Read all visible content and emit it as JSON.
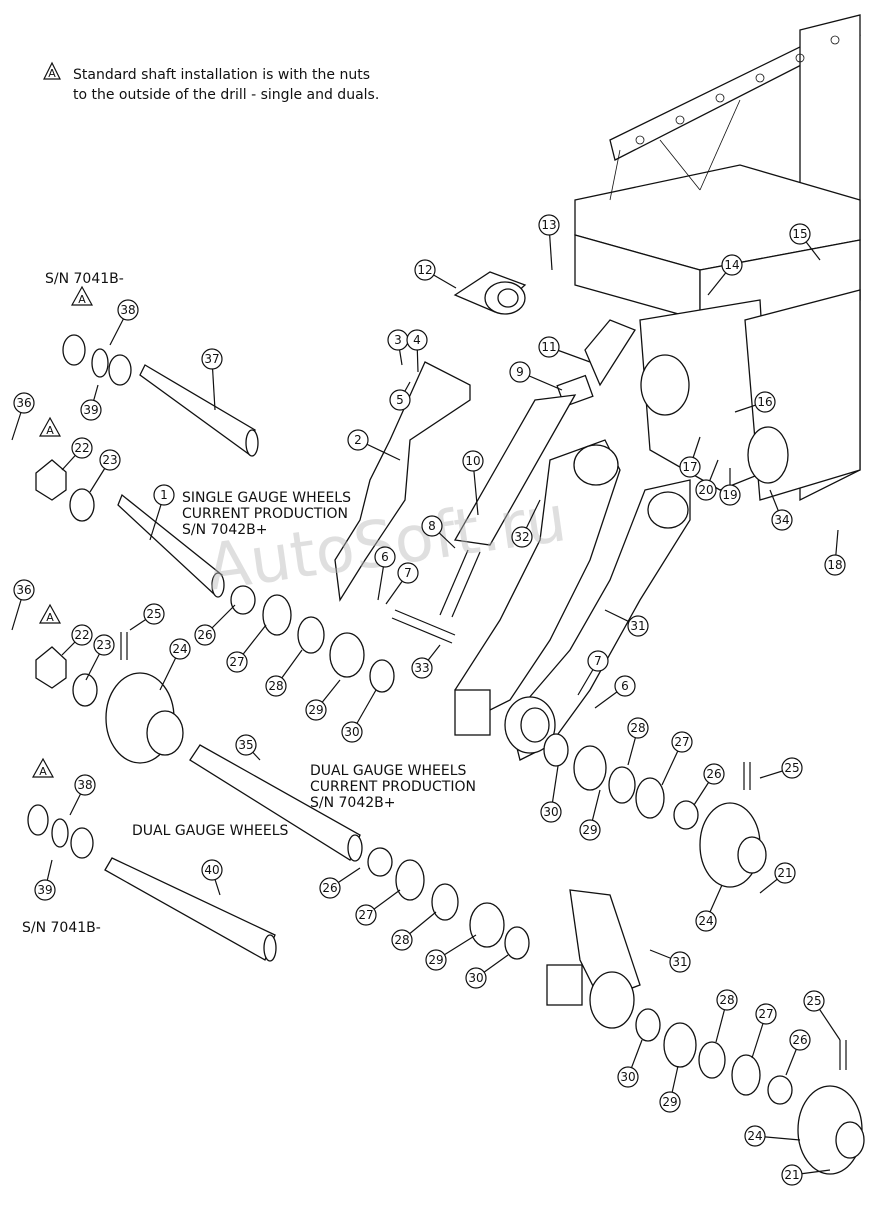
{
  "note": {
    "symbol": "A",
    "line1": "Standard shaft installation is with the nuts",
    "line2": "to the outside of the drill - single and duals."
  },
  "section_labels": {
    "sn_top": "S/N 7041B-",
    "single_line1": "SINGLE GAUGE WHEELS",
    "single_line2": "CURRENT PRODUCTION",
    "single_line3": "S/N 7042B+",
    "dual_current_line1": "DUAL GAUGE WHEELS",
    "dual_current_line2": "CURRENT PRODUCTION",
    "dual_current_line3": "S/N 7042B+",
    "dual_old": "DUAL GAUGE WHEELS",
    "sn_bottom": "S/N 7041B-"
  },
  "caution_symbol": "A",
  "watermark": "AutoSoft.ru",
  "callouts": [
    "1",
    "2",
    "3",
    "4",
    "5",
    "6",
    "7",
    "8",
    "9",
    "10",
    "11",
    "12",
    "13",
    "14",
    "15",
    "16",
    "17",
    "18",
    "19",
    "20",
    "21",
    "22",
    "23",
    "24",
    "25",
    "26",
    "27",
    "28",
    "29",
    "30",
    "31",
    "32",
    "33",
    "34",
    "35",
    "36",
    "37",
    "38",
    "39",
    "40"
  ]
}
